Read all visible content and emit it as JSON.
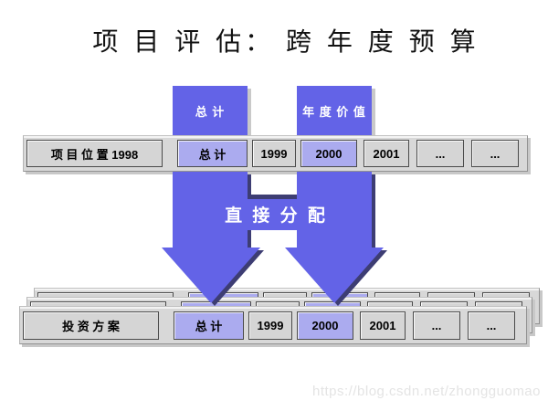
{
  "title": "项 目 评 估： 跨 年 度 预 算",
  "flow": {
    "left_column_header": "总 计",
    "right_column_header": "年 度 价 值",
    "arrow_label": "直 接 分 配"
  },
  "top_row": {
    "label": "项 目 位 置 1998",
    "cells": [
      {
        "text": "总 计",
        "highlight": true
      },
      {
        "text": "1999",
        "highlight": false
      },
      {
        "text": "2000",
        "highlight": true
      },
      {
        "text": "2001",
        "highlight": false
      },
      {
        "text": "...",
        "highlight": false
      },
      {
        "text": "...",
        "highlight": false
      }
    ]
  },
  "bottom_row": {
    "label": "投 资 方 案",
    "cells": [
      {
        "text": "总 计",
        "highlight": true
      },
      {
        "text": "1999",
        "highlight": false
      },
      {
        "text": "2000",
        "highlight": true
      },
      {
        "text": "2001",
        "highlight": false
      },
      {
        "text": "...",
        "highlight": false
      },
      {
        "text": "...",
        "highlight": false
      }
    ]
  },
  "colors": {
    "accent": "#6363E7",
    "accent_light": "#ABABEF",
    "arrow_shadow": "#3D3D73",
    "strip_background": "#D8D8D8"
  },
  "watermark": "https://blog.csdn.net/zhongguomao"
}
